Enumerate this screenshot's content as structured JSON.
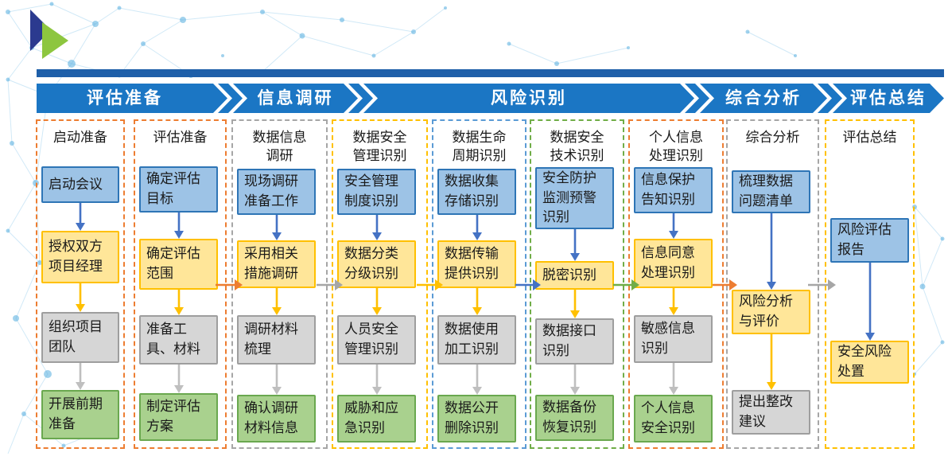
{
  "header": {
    "stages": [
      {
        "label": "评估准备"
      },
      {
        "label": "信息调研"
      },
      {
        "label": "风险识别"
      },
      {
        "label": "综合分析"
      },
      {
        "label": "评估总结"
      }
    ]
  },
  "columns": [
    {
      "title": "启动准备",
      "border_color": "#ED7D31",
      "boxes": [
        {
          "text": "启动会议",
          "type": "blue"
        },
        {
          "text": "授权双方项目经理",
          "type": "yellow"
        },
        {
          "text": "组织项目团队",
          "type": "gray"
        },
        {
          "text": "开展前期准备",
          "type": "green"
        }
      ]
    },
    {
      "title": "评估准备",
      "border_color": "#ED7D31",
      "boxes": [
        {
          "text": "确定评估目标",
          "type": "blue"
        },
        {
          "text": "确定评估范围",
          "type": "yellow"
        },
        {
          "text": "准备工具、材料",
          "type": "gray"
        },
        {
          "text": "制定评估方案",
          "type": "green"
        }
      ]
    },
    {
      "title": "数据信息调研",
      "border_color": "#A6A6A6",
      "boxes": [
        {
          "text": "现场调研准备工作",
          "type": "blue"
        },
        {
          "text": "采用相关措施调研",
          "type": "yellow"
        },
        {
          "text": "调研材料梳理",
          "type": "gray"
        },
        {
          "text": "确认调研材料信息",
          "type": "green"
        }
      ]
    },
    {
      "title": "数据安全管理识别",
      "border_color": "#FFC000",
      "boxes": [
        {
          "text": "安全管理制度识别",
          "type": "blue"
        },
        {
          "text": "数据分类分级识别",
          "type": "yellow"
        },
        {
          "text": "人员安全管理识别",
          "type": "gray"
        },
        {
          "text": "威胁和应急识别",
          "type": "green"
        }
      ]
    },
    {
      "title": "数据生命周期识别",
      "border_color": "#5B9BD5",
      "boxes": [
        {
          "text": "数据收集存储识别",
          "type": "blue"
        },
        {
          "text": "数据传输提供识别",
          "type": "yellow"
        },
        {
          "text": "数据使用加工识别",
          "type": "gray"
        },
        {
          "text": "数据公开删除识别",
          "type": "green"
        }
      ]
    },
    {
      "title": "数据安全技术识别",
      "border_color": "#70AD47",
      "boxes": [
        {
          "text": "安全防护监测预警识别",
          "type": "blue"
        },
        {
          "text": "脱密识别",
          "type": "yellow"
        },
        {
          "text": "数据接口识别",
          "type": "gray"
        },
        {
          "text": "数据备份恢复识别",
          "type": "green"
        }
      ]
    },
    {
      "title": "个人信息处理识别",
      "border_color": "#ED7D31",
      "boxes": [
        {
          "text": "信息保护告知识别",
          "type": "blue"
        },
        {
          "text": "信息同意处理识别",
          "type": "yellow"
        },
        {
          "text": "敏感信息识别",
          "type": "gray"
        },
        {
          "text": "个人信息安全识别",
          "type": "green"
        }
      ]
    },
    {
      "title": "综合分析",
      "border_color": "#A6A6A6",
      "boxes": [
        {
          "text": "梳理数据问题清单",
          "type": "blue"
        },
        {
          "text": "风险分析与评价",
          "type": "yellow"
        },
        {
          "text": "提出整改建议",
          "type": "gray"
        }
      ]
    },
    {
      "title": "评估总结",
      "border_color": "#FFC000",
      "boxes": [
        {
          "text": "风险评估报告",
          "type": "blue"
        },
        {
          "text": "安全风险处置",
          "type": "yellow"
        }
      ]
    }
  ],
  "connectors": [
    {
      "from": 2,
      "to": 3,
      "color": "#ED7D31"
    },
    {
      "from": 3,
      "to": 4,
      "color": "#A6A6A6"
    },
    {
      "from": 4,
      "to": 5,
      "color": "#FFC000"
    },
    {
      "from": 5,
      "to": 6,
      "color": "#4472C4"
    },
    {
      "from": 6,
      "to": 7,
      "color": "#70AD47"
    },
    {
      "from": 7,
      "to": 8,
      "color": "#ED7D31"
    },
    {
      "from": 8,
      "to": 9,
      "color": "#A6A6A6"
    }
  ],
  "colors": {
    "band_blue": "#1B76C4",
    "top_bar_blue": "#1E5FA9",
    "box_blue_fill": "#9DC3E6",
    "box_blue_border": "#2E75B6",
    "box_yellow_fill": "#FFE699",
    "box_yellow_border": "#FFC000",
    "box_gray_fill": "#D6D6D6",
    "box_gray_border": "#9E9E9E",
    "box_green_fill": "#A9D18E",
    "box_green_border": "#6AA84F",
    "arrow_blue": "#4472C4",
    "arrow_yellow": "#FFC000",
    "arrow_gray": "#BFBFBF",
    "logo_navy": "#2B3A8F",
    "logo_green": "#8DC63F",
    "mesh_blue": "#7AC0E8"
  }
}
